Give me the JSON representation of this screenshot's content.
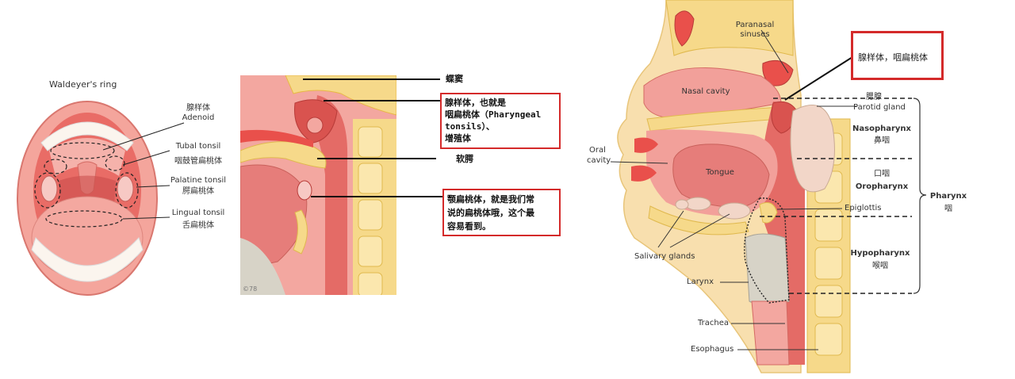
{
  "colors": {
    "tissue": "#f3a7a0",
    "tissue_dark": "#d9534f",
    "muscle": "#e67d7a",
    "bone": "#f6d98a",
    "bone_dark": "#e8b845",
    "tonsil": "#f7c9c4",
    "gland": "#f2d6c8",
    "callout_border": "#d42a2a",
    "line": "#222222"
  },
  "mouth_panel": {
    "title": "Waldeyer's ring",
    "labels": [
      {
        "en": "Adenoid",
        "cn": "腺样体"
      },
      {
        "en": "Tubal tonsil",
        "cn": "咽鼓管扁桃体"
      },
      {
        "en": "Palatine tonsil",
        "cn": "腭扁桃体"
      },
      {
        "en": "Lingual tonsil",
        "cn": "舌扁桃体"
      }
    ]
  },
  "section_panel": {
    "watermark": "©78",
    "notes": {
      "sphenoid": "蝶窦",
      "adenoid_line1": "腺样体，也就是",
      "adenoid_line2": "咽扁桃体（Pharyngeal",
      "adenoid_line3": "tonsils）、",
      "adenoid_line4": "增殖体",
      "soft_palate": "软腭",
      "palatine_line1": "颚扁桃体，就是我们常",
      "palatine_line2": "说的扁桃体哦，这个最",
      "palatine_line3": "容易看到。"
    }
  },
  "pharynx_panel": {
    "callout": "腺样体，咽扁桃体",
    "labels": {
      "paranasal": "Paranasal",
      "sinuses": "sinuses",
      "nasal_cavity": "Nasal cavity",
      "parotid_cn": "腮腺",
      "parotid": "Parotid gland",
      "oral": "Oral",
      "cavity": "cavity",
      "tongue": "Tongue",
      "salivary": "Salivary glands",
      "epiglottis": "Epiglottis",
      "larynx": "Larynx",
      "trachea": "Trachea",
      "esophagus": "Esophagus",
      "nasopharynx": "Nasopharynx",
      "nasopharynx_cn": "鼻咽",
      "oropharynx_cn": "口咽",
      "oropharynx": "Oropharynx",
      "hypopharynx": "Hypopharynx",
      "hypopharynx_cn": "喉咽",
      "pharynx": "Pharynx",
      "pharynx_cn": "咽"
    }
  }
}
